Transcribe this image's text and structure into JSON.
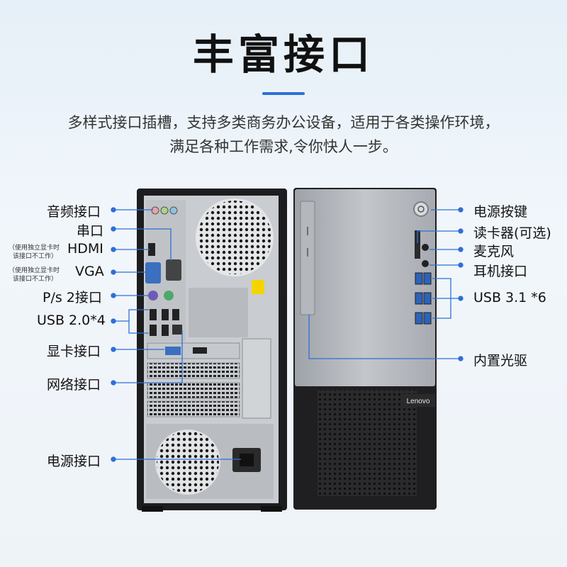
{
  "title": "丰富接口",
  "subtitle": {
    "line1": "多样式接口插槽，支持多类商务办公设备，适用于各类操作环境，",
    "line2": "满足各种工作需求,令你快人一步。"
  },
  "left_labels": {
    "audio": "音频接口",
    "serial": "串口",
    "hdmi": "HDMI",
    "vga": "VGA",
    "ps2": "P/s 2接口",
    "usb2": "USB 2.0*4",
    "gpu": "显卡接口",
    "network": "网络接口",
    "power_in": "电源接口"
  },
  "notes": {
    "hdmi_note_1": "（使用独立显卡时",
    "hdmi_note_2": "该接口不工作）",
    "vga_note_1": "（使用独立显卡时",
    "vga_note_2": "该接口不工作）"
  },
  "right_labels": {
    "power_button": "电源按键",
    "card_reader": "读卡器(可选)",
    "mic": "麦克风",
    "headphone": "耳机接口",
    "usb31": "USB 3.1 *6",
    "optical": "内置光驱"
  },
  "brand": "Lenovo",
  "colors": {
    "accent": "#2f6fd6",
    "chassis_dark": "#1d1d1f",
    "front_silver": "#aeb2b8"
  }
}
